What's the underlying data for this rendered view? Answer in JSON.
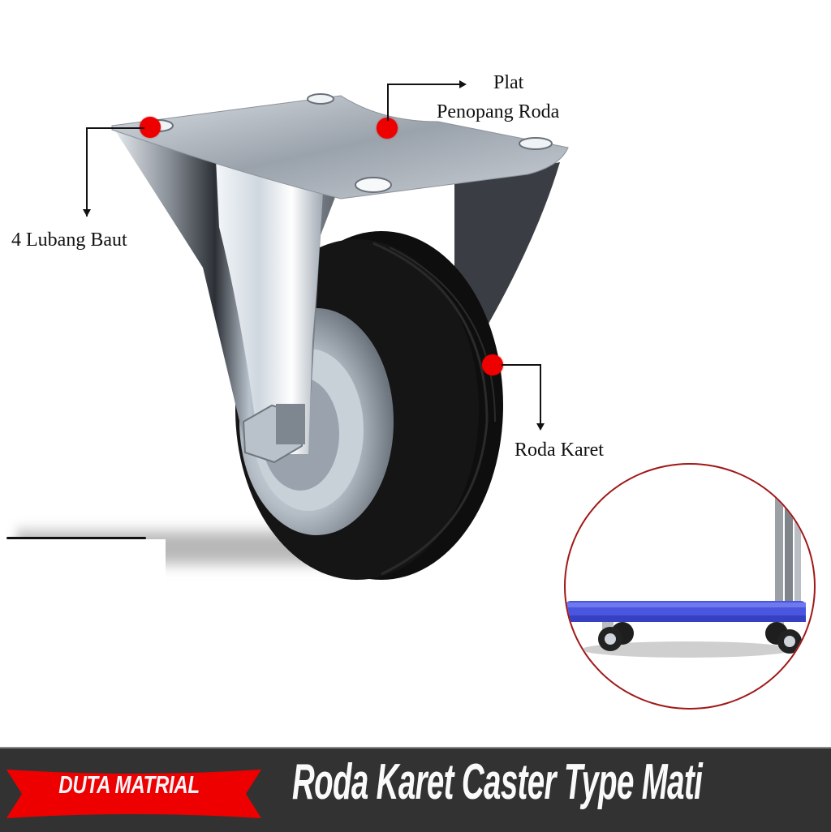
{
  "product": {
    "name": "Fixed rubber caster wheel",
    "callouts": [
      {
        "id": "bolt-holes",
        "label": "4 Lubang Baut"
      },
      {
        "id": "mount-plate",
        "label_line1": "Plat",
        "label_line2": "Penopang Roda"
      },
      {
        "id": "rubber-wheel",
        "label": "Roda Karet"
      }
    ],
    "inset": {
      "subject": "Platform hand trolley with casters"
    }
  },
  "banner": {
    "brand": "DUTA MATRIAL",
    "title": "Roda Karet Caster Type Mati",
    "colors": {
      "background": "#323232",
      "brand_ribbon": "#ee0000",
      "text": "#f4f4f8"
    }
  },
  "colors": {
    "callout_dot": "#ee0000",
    "inset_ring": "#a01818",
    "trolley_deck": "#4a55e0"
  }
}
